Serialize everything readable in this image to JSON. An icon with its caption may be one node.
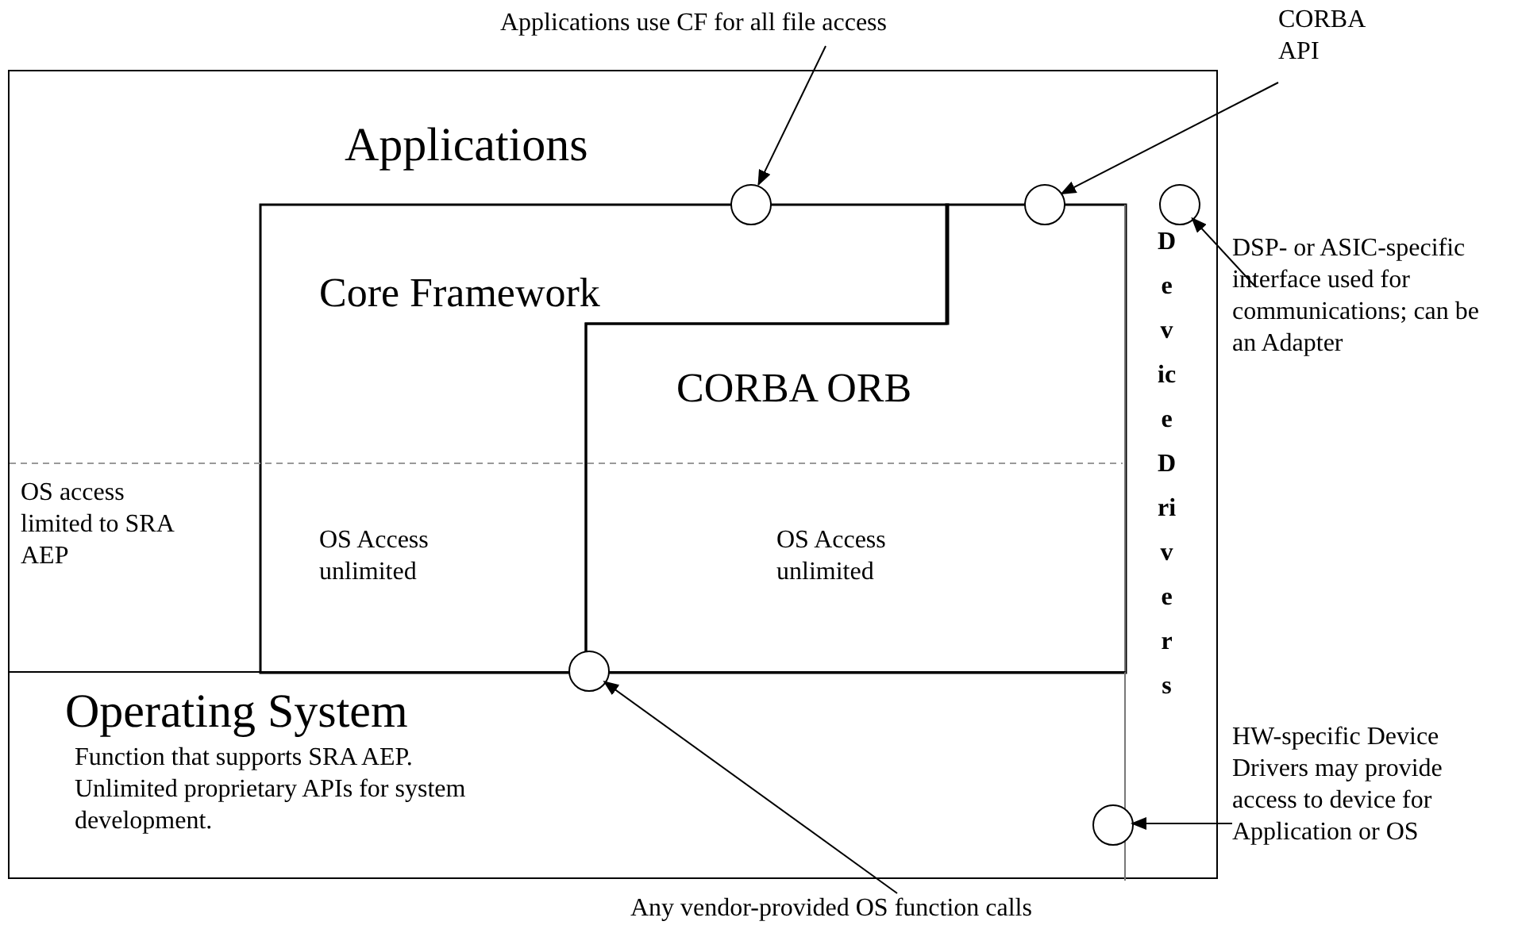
{
  "diagram": {
    "nodes": [
      {
        "text": [
          "Applications",
          "OS access limited to SRA AEP"
        ]
      },
      {
        "text": [
          "Core Framework",
          "OS Access unlimited"
        ],
        "in": 0
      },
      {
        "text": [
          "CORBA ORB",
          "OS Access unlimited"
        ],
        "in": 0
      },
      {
        "text": [
          "Device Drivers"
        ],
        "in": 0
      },
      {
        "text": [
          "Operating System",
          "Function that supports SRA AEP. Unlimited proprietary APIs for system development."
        ],
        "in": 0
      },
      {
        "text": [],
        "shape": "circle",
        "in": 0
      },
      {
        "text": [],
        "shape": "circle",
        "in": 0
      },
      {
        "text": [],
        "shape": "circle",
        "in": 0
      },
      {
        "text": [],
        "shape": "circle",
        "in": 0
      },
      {
        "text": [],
        "shape": "circle",
        "in": 0
      },
      {
        "text": [
          "Applications use CF for all file access"
        ]
      },
      {
        "text": [
          "CORBA API"
        ]
      },
      {
        "text": [
          "DSP- or ASIC-specific interface used for communications; can be an Adapter"
        ]
      },
      {
        "text": [
          "Any vendor-provided OS function calls"
        ]
      },
      {
        "text": [
          "HW-specific Device Drivers may provide access to device for Application or OS"
        ]
      }
    ],
    "edges": [
      {
        "from": 10,
        "to": 5,
        "arrow": "to"
      },
      {
        "from": 11,
        "to": 6,
        "arrow": "to"
      },
      {
        "from": 12,
        "to": 7,
        "arrow": "to"
      },
      {
        "from": 13,
        "to": 8,
        "arrow": "to"
      },
      {
        "from": 14,
        "to": 9,
        "arrow": "to"
      }
    ]
  }
}
